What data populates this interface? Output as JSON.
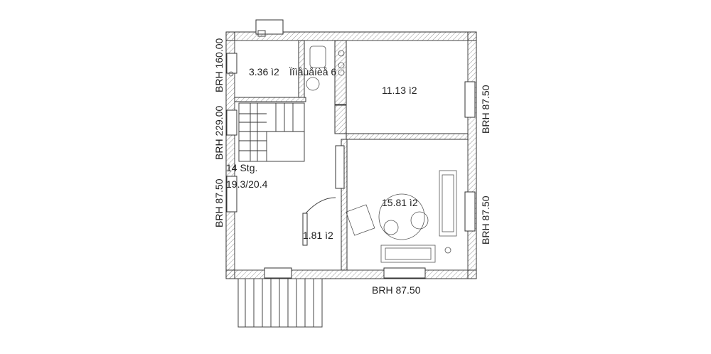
{
  "rooms": {
    "small_room": "3.36 ì2",
    "wc": "Ïîìåùåíèå 6",
    "bedroom": "11.13 ì2",
    "living": "15.81 ì2",
    "hall": "1.81 ì2"
  },
  "stairs": {
    "steps": "14 Stg.",
    "ratio": "19.3/20.4"
  },
  "windows": {
    "left_top": "BRH 160.00",
    "left_mid": "BRH 229.00",
    "left_low": "BRH 87.50",
    "right_top": "BRH 87.50",
    "right_low": "BRH 87.50",
    "bottom": "BRH 87.50"
  }
}
